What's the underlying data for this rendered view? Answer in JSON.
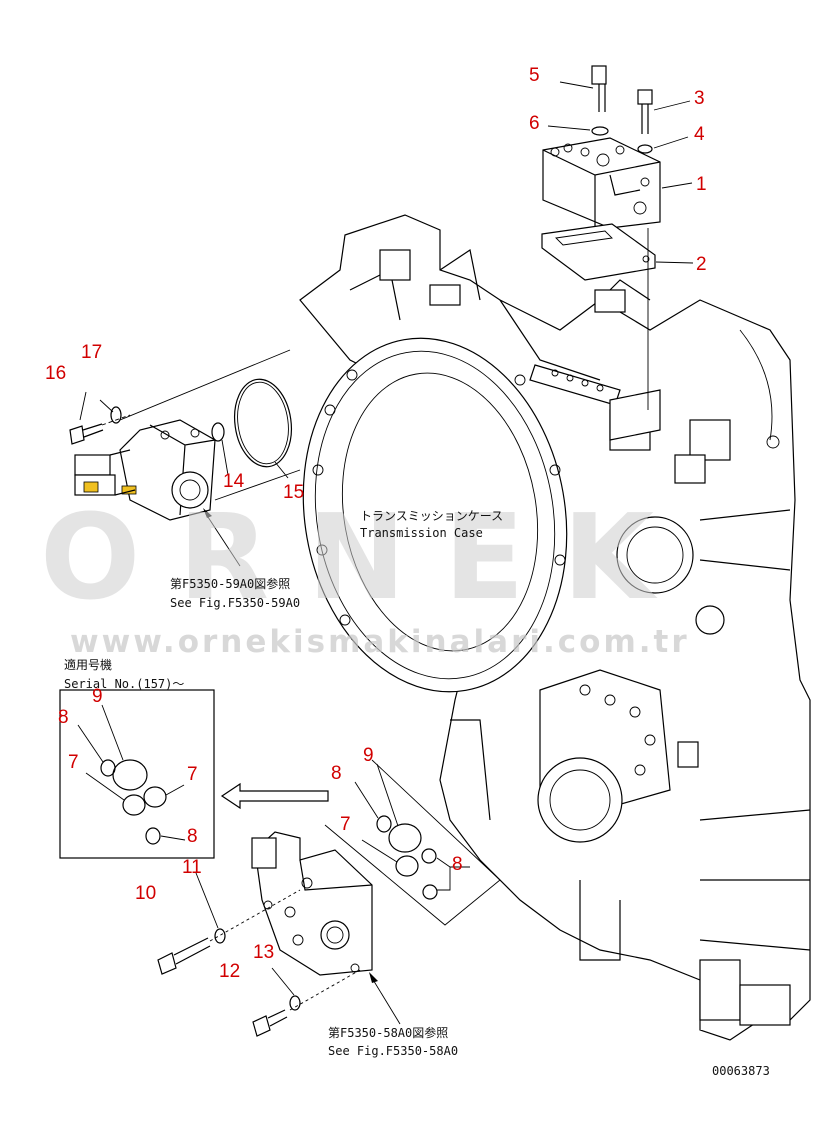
{
  "labels": {
    "case_jp": "トランスミッションケース",
    "case_en": "Transmission Case",
    "ref1_jp": "第F5350-59A0図参照",
    "ref1_en": "See Fig.F5350-59A0",
    "ref2_jp": "第F5350-58A0図参照",
    "ref2_en": "See Fig.F5350-58A0",
    "serial_jp": "適用号機",
    "serial_en": "Serial No.(157)～",
    "drawing_no": "00063873"
  },
  "callouts": {
    "c1": "1",
    "c2": "2",
    "c3": "3",
    "c4": "4",
    "c5": "5",
    "c6": "6",
    "c14": "14",
    "c15": "15",
    "c16": "16",
    "c17": "17",
    "inset_8a": "8",
    "inset_9": "9",
    "inset_7a": "7",
    "inset_7b": "7",
    "inset_8b": "8",
    "c11": "11",
    "c10": "10",
    "c13": "13",
    "c12": "12",
    "main_8a": "8",
    "main_9": "9",
    "main_7": "7",
    "main_8b": "8"
  },
  "watermark": {
    "brand": "ORNEK",
    "url": "www.ornekismakinalari.com.tr"
  },
  "colors": {
    "callout": "#d10000",
    "line": "#000000",
    "watermark": "#cfcfcf"
  }
}
